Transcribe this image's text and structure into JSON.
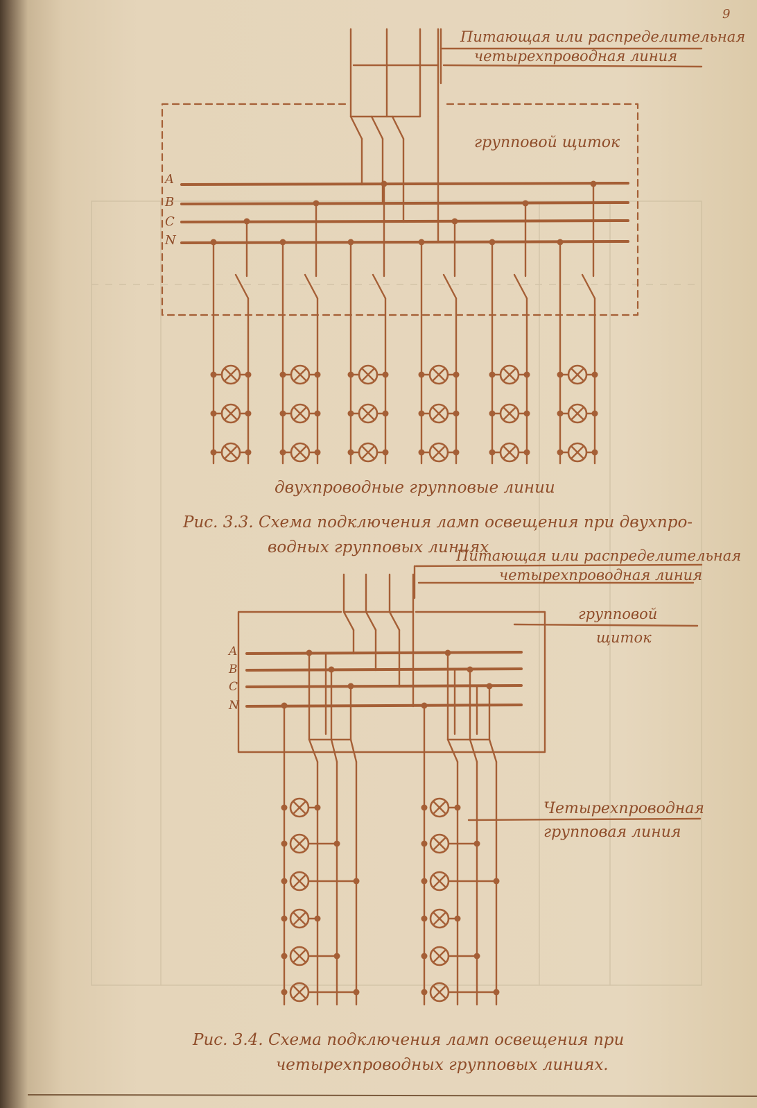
{
  "page_number": "9",
  "figure_3_3": {
    "supply_line_label": [
      "Питающая или распределительная",
      "четырехпроводная линия"
    ],
    "panel_label": "групповой щиток",
    "bus_labels": [
      "A",
      "B",
      "C",
      "N"
    ],
    "group_lines_label": "двухпроводные групповые линии",
    "caption": [
      "Рис. 3.3. Схема подключения ламп освещения при двухпро-",
      "водных групповых линиях"
    ]
  },
  "figure_3_4": {
    "supply_line_label": [
      "Питающая или распределительная",
      "четырехпроводная линия"
    ],
    "panel_label": [
      "групповой",
      "щиток"
    ],
    "bus_labels": [
      "A",
      "B",
      "C",
      "N"
    ],
    "group_line_label": [
      "Четырехпроводная",
      "групповая линия"
    ],
    "caption": [
      "Рис. 3.4. Схема подключения ламп освещения при",
      "четырехпроводных групповых линиях."
    ]
  }
}
